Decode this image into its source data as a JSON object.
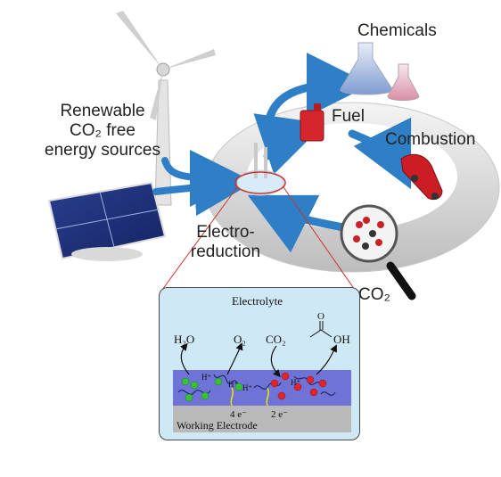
{
  "labels": {
    "renewable": [
      "Renewable",
      "CO₂ free",
      "energy sources"
    ],
    "chemicals": "Chemicals",
    "fuel": "Fuel",
    "combustion": "Combustion",
    "electroreduction": [
      "Electro-",
      "reduction"
    ],
    "co2": "CO₂"
  },
  "inset": {
    "title": "Electrolyte",
    "h2o": "H₂O",
    "o2": "O₂",
    "co2": "CO₂",
    "oh": "OH",
    "o_atom": "O",
    "electrons_left": "4 e⁻",
    "electrons_right": "2 e⁻",
    "electrode": "Working Electrode",
    "proton": "H⁺"
  },
  "colors": {
    "arrow_blue": "#2f7fc6",
    "ring_gray": "#d9d9d9",
    "electrolyte_bg": "#cfe8f6",
    "catalyst_layer": "#6f73d8",
    "electrode_gray": "#b9b9b9",
    "oxygen_red": "#e0242a",
    "hydrogen_green": "#35c235",
    "highlight_red": "#d0312d"
  },
  "icons": [
    "wind-turbine-icon",
    "solar-panel-icon",
    "flask-icon",
    "fuel-can-icon",
    "car-icon",
    "magnifier-icon",
    "electrolyzer-icon"
  ]
}
